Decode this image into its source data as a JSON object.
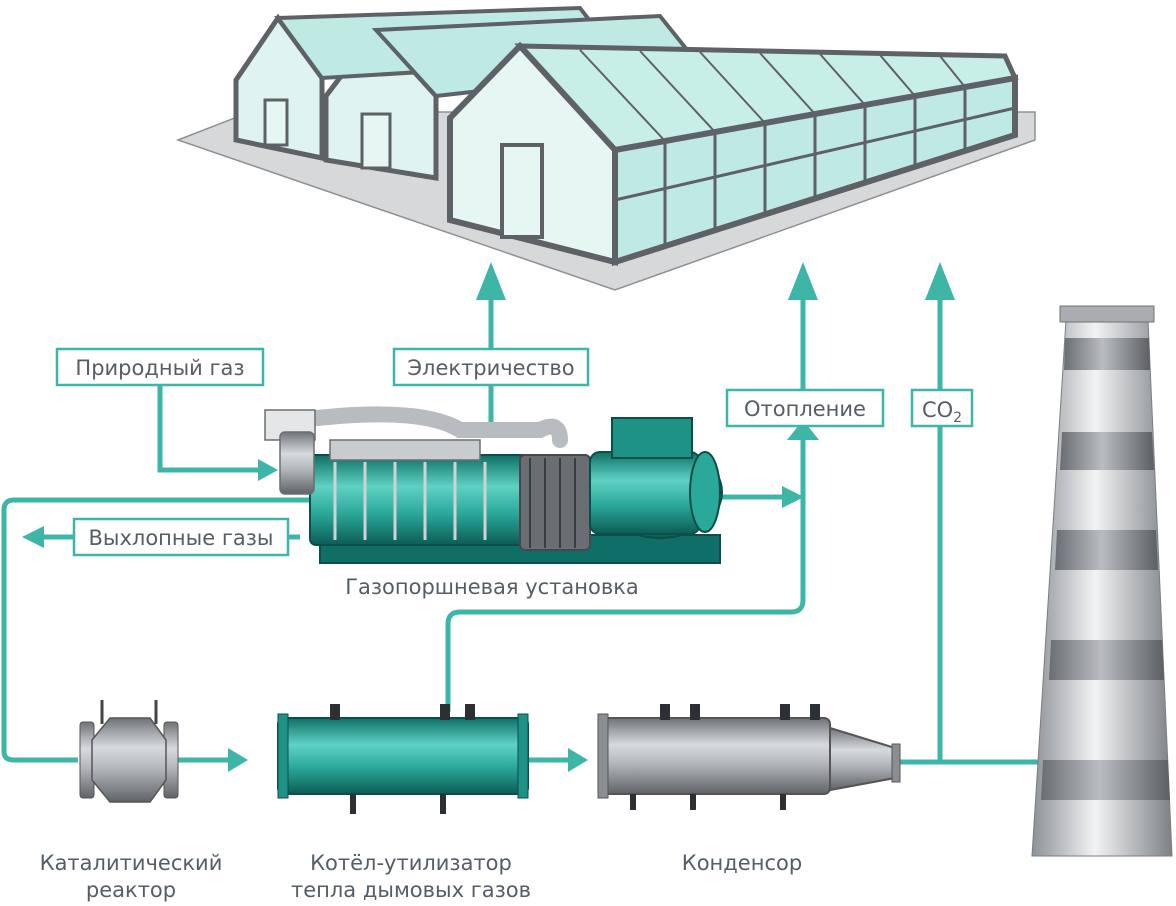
{
  "labels": {
    "natural_gas": "Природный газ",
    "electricity": "Электричество",
    "heating": "Отопление",
    "co2_main": "CO",
    "co2_sub": "2",
    "exhaust": "Выхлопные газы",
    "gas_piston_unit": "Газопоршневая установка",
    "catalytic_reactor_line1": "Каталитический",
    "catalytic_reactor_line2": "реактор",
    "boiler_line1": "Котёл-утилизатор",
    "boiler_line2": "тепла дымовых газов",
    "condenser": "Конденсор"
  },
  "colors": {
    "flow": "#3db6a8",
    "frame": "#5e6166",
    "glass": "#bfe9e3",
    "text": "#555d66",
    "teal_equipment": "#2aa89a",
    "steel": "#a9aeb3"
  }
}
